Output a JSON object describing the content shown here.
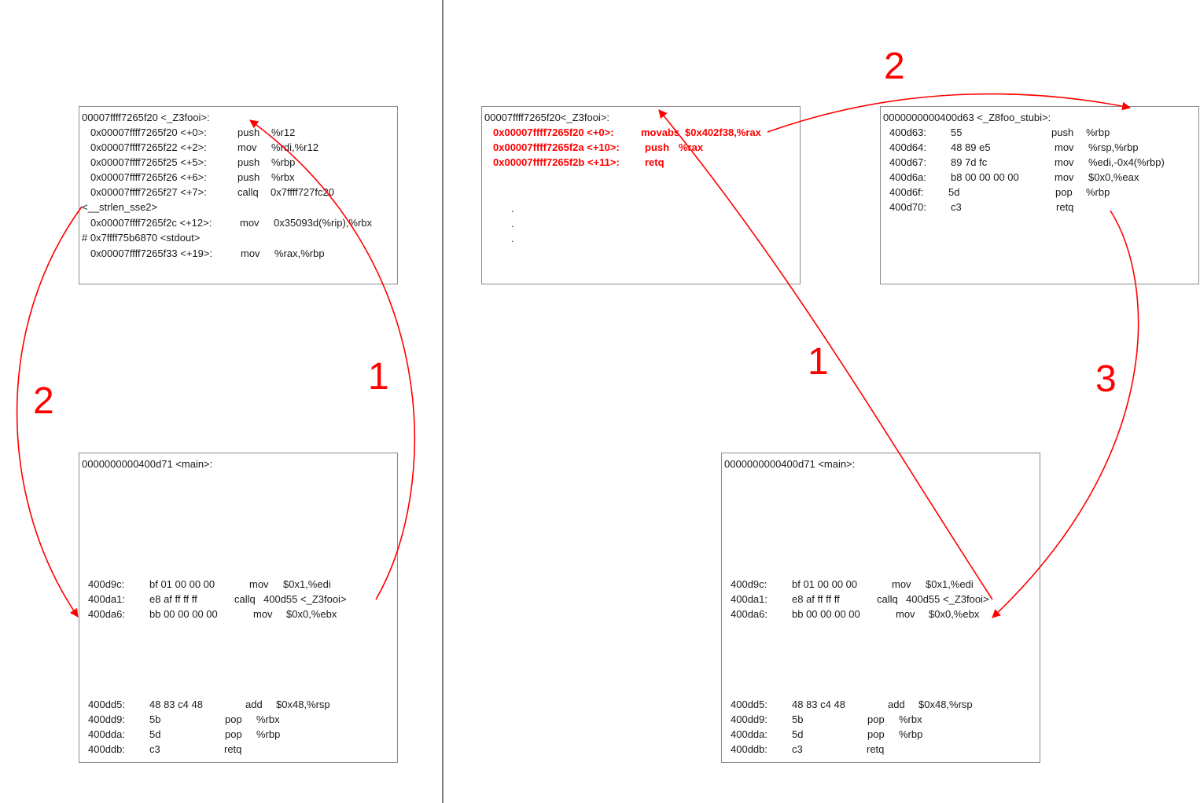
{
  "left": {
    "foo_box": {
      "header": "00007ffff7265f20 <_Z3fooi>:",
      "rows": [
        {
          "addr": "0x00007ffff7265f20 <+0>:",
          "op": "push",
          "args": "%r12"
        },
        {
          "addr": "0x00007ffff7265f22 <+2>:",
          "op": "mov",
          "args": "%rdi,%r12"
        },
        {
          "addr": "0x00007ffff7265f25 <+5>:",
          "op": "push",
          "args": "%rbp"
        },
        {
          "addr": "0x00007ffff7265f26 <+6>:",
          "op": "push",
          "args": "%rbx"
        },
        {
          "addr": "0x00007ffff7265f27 <+7>:",
          "op": "callq",
          "args": "0x7ffff727fc20"
        }
      ],
      "wrap1": "<__strlen_sse2>",
      "row6": {
        "addr": "0x00007ffff7265f2c <+12>:",
        "op": "mov",
        "args": "0x35093d(%rip),%rbx"
      },
      "wrap2": "# 0x7ffff75b6870 <stdout>",
      "row7": {
        "addr": "0x00007ffff7265f33 <+19>:",
        "op": "mov",
        "args": "%rax,%rbp"
      }
    },
    "main_box": {
      "header": "0000000000400d71 <main>:",
      "rows_a": [
        {
          "addr": "400d9c:",
          "bytes": "bf 01 00 00 00",
          "op": "mov",
          "args": "$0x1,%edi"
        },
        {
          "addr": "400da1:",
          "bytes": "e8 af ff ff ff",
          "op": "callq",
          "args": "400d55 <_Z3fooi>"
        },
        {
          "addr": "400da6:",
          "bytes": "bb 00 00 00 00",
          "op": "mov",
          "args": "$0x0,%ebx"
        }
      ],
      "rows_b": [
        {
          "addr": "400dd5:",
          "bytes": "48 83 c4 48",
          "op": "add",
          "args": "$0x48,%rsp"
        },
        {
          "addr": "400dd9:",
          "bytes": "5b",
          "op": "pop",
          "args": "%rbx"
        },
        {
          "addr": "400dda:",
          "bytes": "5d",
          "op": "pop",
          "args": "%rbp"
        },
        {
          "addr": "400ddb:",
          "bytes": "c3",
          "op": "retq",
          "args": ""
        }
      ]
    },
    "labels": {
      "one": "1",
      "two": "2"
    }
  },
  "right": {
    "foo_box": {
      "header": "00007ffff7265f20<_Z3fooi>:",
      "rows": [
        {
          "addr": "0x00007ffff7265f20 <+0>:",
          "op": "movabs",
          "args": "$0x402f38,%rax"
        },
        {
          "addr": "0x00007ffff7265f2a <+10>:",
          "op": "push",
          "args": "%rax"
        },
        {
          "addr": "0x00007ffff7265f2b <+11>:",
          "op": "retq",
          "args": ""
        }
      ],
      "dots": ".",
      "highlight_color": "#ff0000"
    },
    "stub_box": {
      "header": "0000000000400d63 <_Z8foo_stubi>:",
      "rows": [
        {
          "addr": "400d63:",
          "bytes": "55",
          "op": "push",
          "args": "%rbp"
        },
        {
          "addr": "400d64:",
          "bytes": "48 89 e5",
          "op": "mov",
          "args": "%rsp,%rbp"
        },
        {
          "addr": "400d67:",
          "bytes": "89 7d fc",
          "op": "mov",
          "args": "%edi,-0x4(%rbp)"
        },
        {
          "addr": "400d6a:",
          "bytes": "b8 00 00 00 00",
          "op": "mov",
          "args": "$0x0,%eax"
        },
        {
          "addr": "400d6f:",
          "bytes": "5d",
          "op": "pop",
          "args": "%rbp"
        },
        {
          "addr": "400d70:",
          "bytes": "c3",
          "op": "retq",
          "args": ""
        }
      ]
    },
    "main_box": {
      "header": "0000000000400d71 <main>:",
      "rows_a": [
        {
          "addr": "400d9c:",
          "bytes": "bf 01 00 00 00",
          "op": "mov",
          "args": "$0x1,%edi"
        },
        {
          "addr": "400da1:",
          "bytes": "e8 af ff ff ff",
          "op": "callq",
          "args": "400d55 <_Z3fooi>"
        },
        {
          "addr": "400da6:",
          "bytes": "bb 00 00 00 00",
          "op": "mov",
          "args": "$0x0,%ebx"
        }
      ],
      "rows_b": [
        {
          "addr": "400dd5:",
          "bytes": "48 83 c4 48",
          "op": "add",
          "args": "$0x48,%rsp"
        },
        {
          "addr": "400dd9:",
          "bytes": "5b",
          "op": "pop",
          "args": "%rbx"
        },
        {
          "addr": "400dda:",
          "bytes": "5d",
          "op": "pop",
          "args": "%rbp"
        },
        {
          "addr": "400ddb:",
          "bytes": "c3",
          "op": "retq",
          "args": ""
        }
      ]
    },
    "labels": {
      "one": "1",
      "two": "2",
      "three": "3"
    }
  },
  "colors": {
    "arrow": "#ff0000",
    "box_border": "#8a8a8a",
    "divider": "#7d7d7d"
  }
}
